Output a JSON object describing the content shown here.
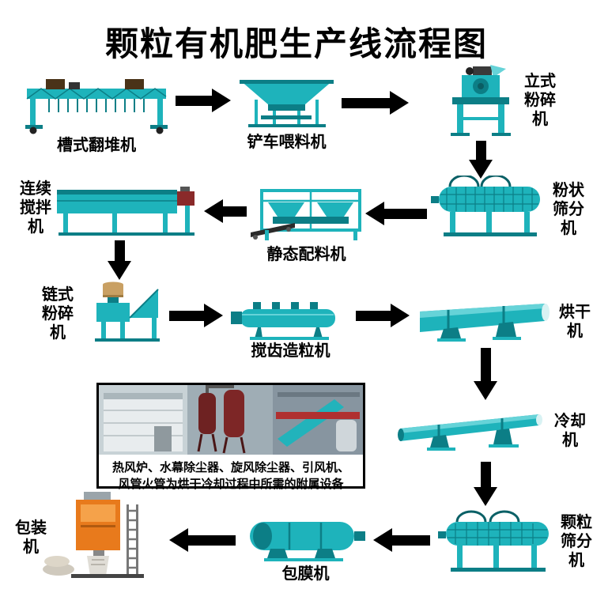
{
  "title": "颗粒有机肥生产线流程图",
  "machines": {
    "trough_turner": "槽式翻堆机",
    "loader_feeder": "铲车喂料机",
    "vertical_crusher": "立式粉碎机",
    "powder_sieve": "粉状筛分机",
    "static_batcher": "静态配料机",
    "continuous_mixer": "连续搅拌机",
    "chain_crusher": "链式粉碎机",
    "granulator": "搅齿造粒机",
    "dryer": "烘干机",
    "cooler": "冷却机",
    "granule_sieve": "颗粒筛分机",
    "coater": "包膜机",
    "packer": "包装机"
  },
  "aux_note": {
    "line1": "热风炉、水幕除尘器、旋风除尘器、引风机、",
    "line2": "风管火管为烘干冷却过程中所需的附属设备"
  },
  "colors": {
    "machine_teal": "#1eb3bb",
    "machine_teal_dark": "#0c7e86",
    "machine_teal_light": "#66d3d8",
    "tan": "#c9a063",
    "packer_orange": "#e87a1c",
    "arrow_black": "#000000"
  }
}
